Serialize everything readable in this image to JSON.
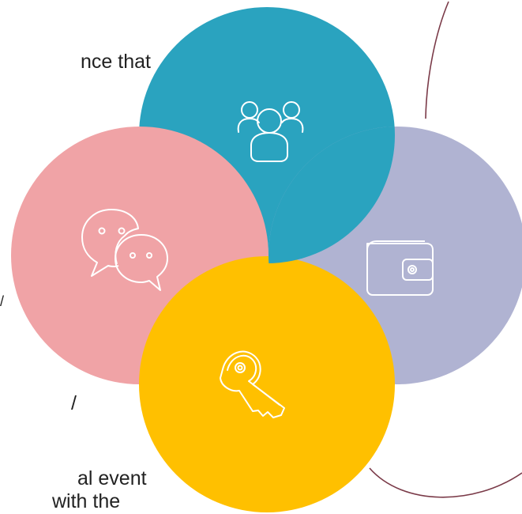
{
  "background_text": {
    "line1": "nce that",
    "line2": "al event",
    "line3": "with the",
    "fragment1": "/",
    "fragment2": "/"
  },
  "circles": [
    {
      "name": "team",
      "icon": "people-group-icon",
      "color": "#2aa3bf"
    },
    {
      "name": "wallet",
      "icon": "wallet-icon",
      "color": "#b0b3d2"
    },
    {
      "name": "chat",
      "icon": "chat-bubbles-icon",
      "color": "#f0a3a6"
    },
    {
      "name": "key",
      "icon": "key-icon",
      "color": "#ffc000"
    }
  ],
  "colors": {
    "icon_stroke": "#ffffff",
    "outline_arc": "#7a3a48",
    "overlap_line": "#ffffff"
  }
}
